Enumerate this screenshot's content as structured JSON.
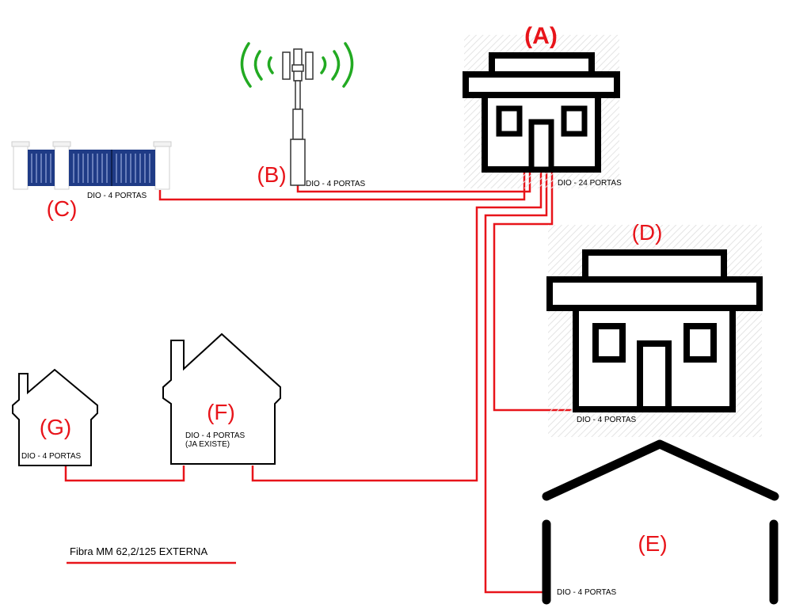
{
  "nodes": {
    "A": {
      "label": "(A)",
      "dio": "DIO - 24 PORTAS"
    },
    "B": {
      "label": "(B)",
      "dio": "DIO - 4 PORTAS"
    },
    "C": {
      "label": "(C)",
      "dio": "DIO - 4 PORTAS"
    },
    "D": {
      "label": "(D)",
      "dio": "DIO - 4 PORTAS"
    },
    "E": {
      "label": "(E)",
      "dio": "DIO - 4 PORTAS"
    },
    "F": {
      "label": "(F)",
      "dio": "DIO - 4 PORTAS",
      "dio_note": "(JA EXISTE)"
    },
    "G": {
      "label": "(G)",
      "dio": "DIO - 4 PORTAS"
    }
  },
  "legend": {
    "text": "Fibra MM 62,2/125 EXTERNA"
  },
  "colors": {
    "fiber": "#e8141a",
    "signal": "#22aa22",
    "gate": "#1f3b86",
    "outline": "#000000"
  }
}
